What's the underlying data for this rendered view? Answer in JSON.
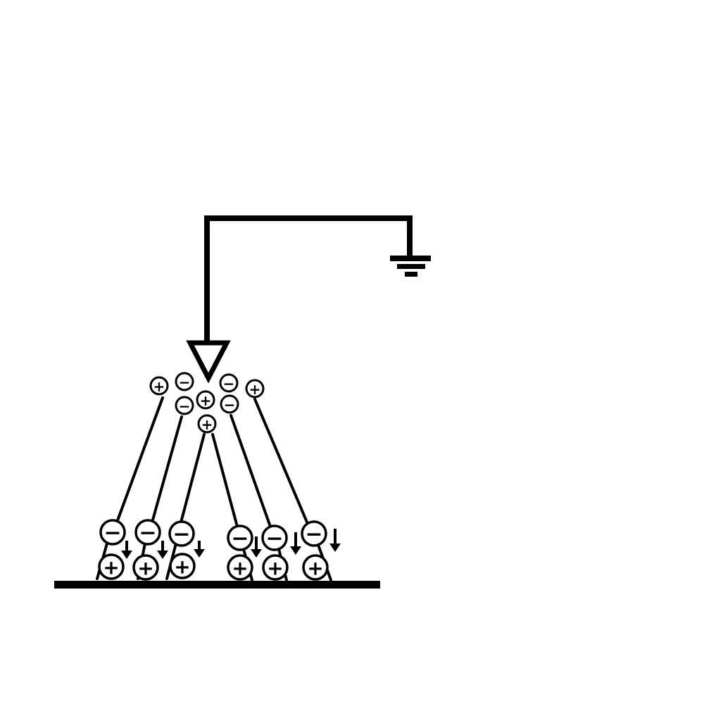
{
  "diagram": {
    "colors": {
      "stroke": "#000000",
      "fill": "#ffffff"
    },
    "icons": {
      "ground": "ground-icon",
      "emitter": "emitter-nozzle-icon",
      "arrow": "down-arrow-icon"
    },
    "charge_glyphs": {
      "positive": "+",
      "negative": "−"
    },
    "ion_cluster": [
      "positive",
      "negative",
      "negative",
      "positive",
      "negative",
      "negative",
      "positive",
      "positive"
    ],
    "spray_pairs": [
      {
        "top": "negative",
        "bottom": "positive"
      },
      {
        "top": "negative",
        "bottom": "positive"
      },
      {
        "top": "negative",
        "bottom": "positive"
      },
      {
        "top": "negative",
        "bottom": "positive"
      },
      {
        "top": "negative",
        "bottom": "positive"
      },
      {
        "top": "negative",
        "bottom": "positive"
      }
    ]
  }
}
